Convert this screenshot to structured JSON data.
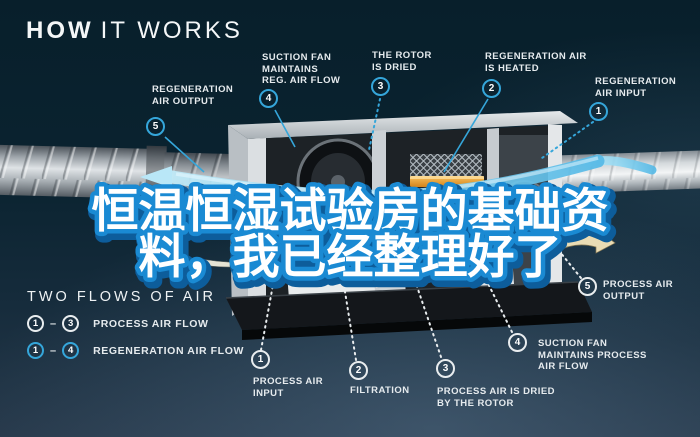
{
  "title": {
    "bold": "HOW",
    "light": "IT WORKS"
  },
  "headline": {
    "line1": "恒温恒湿试验房的基础资",
    "line2": "料，我已经整理好了"
  },
  "top_labels": [
    {
      "num": "5",
      "lines": [
        "REGENERATION",
        "AIR OUTPUT"
      ]
    },
    {
      "num": "4",
      "lines": [
        "SUCTION FAN",
        "MAINTAINS",
        "REG. AIR FLOW"
      ]
    },
    {
      "num": "3",
      "lines": [
        "THE ROTOR",
        "IS DRIED"
      ]
    },
    {
      "num": "2",
      "lines": [
        "REGENERATION AIR",
        "IS HEATED"
      ]
    },
    {
      "num": "1",
      "lines": [
        "REGENERATION",
        "AIR INPUT"
      ]
    }
  ],
  "bottom_labels": [
    {
      "num": "1",
      "lines": [
        "PROCESS AIR",
        "INPUT"
      ]
    },
    {
      "num": "2",
      "lines": [
        "FILTRATION"
      ]
    },
    {
      "num": "3",
      "lines": [
        "PROCESS AIR IS DRIED",
        "BY THE ROTOR"
      ]
    },
    {
      "num": "4",
      "lines": [
        "SUCTION FAN",
        "MAINTAINS PROCESS",
        "AIR FLOW"
      ]
    },
    {
      "num": "5",
      "lines": [
        "PROCESS AIR",
        "OUTPUT"
      ]
    }
  ],
  "legend": {
    "heading": "TWO FLOWS OF AIR",
    "dash": "–",
    "rows": [
      {
        "from": "1",
        "to": "3",
        "label": "PROCESS AIR FLOW",
        "color": "white"
      },
      {
        "from": "1",
        "to": "4",
        "label": "REGENERATION AIR FLOW",
        "color": "cyan"
      }
    ]
  },
  "colors": {
    "accent_cyan": "#35a6da",
    "headline_fill": "#ffffff",
    "headline_stroke": "#1a8ad3",
    "headline_shadow": "#0d5d9b",
    "heater_orange": "#e89a2c",
    "background_top": "#081f2b",
    "background_bottom": "#27394b"
  }
}
